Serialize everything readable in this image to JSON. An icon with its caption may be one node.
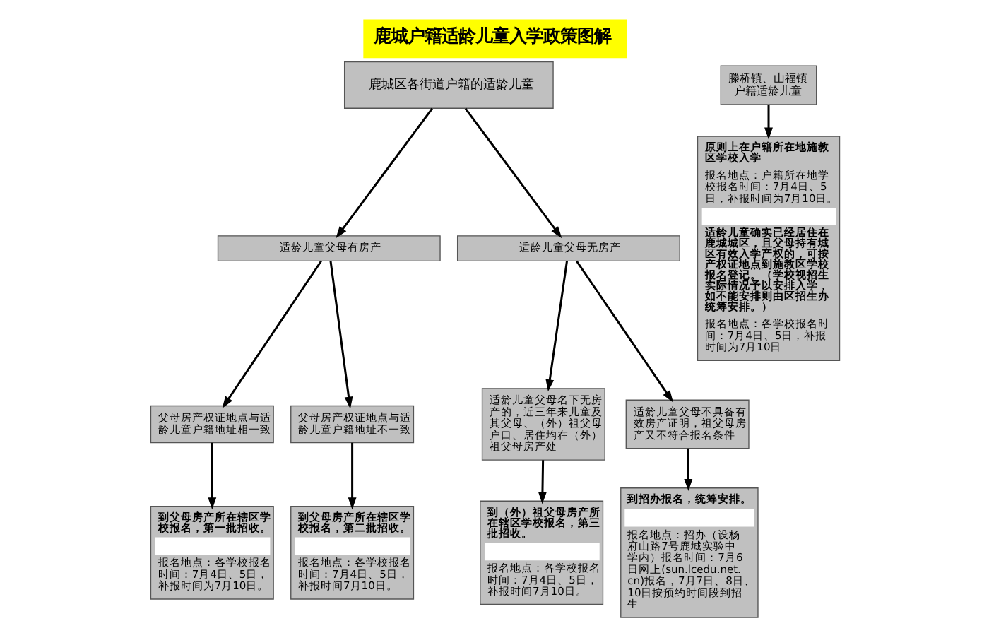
{
  "diagram": {
    "title": "鹿城户籍适龄儿童入学政策图解",
    "nodes": [
      {
        "text": [
          "鹿城区各街道户籍的适龄儿童"
        ]
      },
      {
        "text": [
          "适龄儿童父母有房产"
        ]
      },
      {
        "text": [
          "适龄儿童父母无房产"
        ]
      },
      {
        "text": [
          "父母房产权证地点与适龄儿童户籍地址相一致"
        ]
      },
      {
        "text": [
          "父母房产权证地点与适龄儿童户籍地址不一致"
        ]
      },
      {
        "text": [
          "适龄儿童父母名下无房产的，近三年来儿童及其父母、（外）祖父母户口、居住均在（外）祖父母房产处"
        ]
      },
      {
        "text": [
          "适龄儿童父母不具备有效房产证明，祖父母房产又不符合报名条件"
        ]
      },
      {
        "text": [
          "到父母房产所在辖区学校报名，第一批招收。",
          "报名地点：各学校报名时间：7月4日、5日，补报时间为7月10日。"
        ]
      },
      {
        "text": [
          "到父母房产所在辖区学校报名，第二批招收。",
          "报名地点：各学校报名时间：7月4日、5日，补报时间7月10日。"
        ]
      },
      {
        "text": [
          "到（外）祖父母房产所在辖区学校报名，第三批招收。",
          "报名地点：各学校报名时间：7月4日、5日，补报时间7月10日。"
        ]
      },
      {
        "text": [
          "到招办报名，统筹安排。",
          "报名地点：招办（设杨府山路7号鹿城实验中学内）报名时间：7月6日网上(sun.lcedu.net.cn)报名，7月7日、8日、10日按预约时间段到招生"
        ]
      },
      {
        "text": [
          "滕桥镇、山福镇户籍适龄儿童"
        ]
      },
      {
        "text": [
          "原则上在户籍所在地施教区学校入学",
          "报名地点：户籍所在地学校报名时间：7月4日、5日，补报时间为7月10日。",
          "适龄儿童确实已经居住在鹿城城区，且父母持有城区有效入学产权的，可按产权证地点到施教区学校报名登记。（学校视招生实际情况予以安排入学，如不能安排则由区招生办统筹安排。）",
          "报名地点：各学校报名时间：7月4日、5日，补报时间为7月10日"
        ]
      }
    ],
    "edges": [
      {
        "from": 0,
        "to": 1,
        "arrow": "to"
      },
      {
        "from": 0,
        "to": 2,
        "arrow": "to"
      },
      {
        "from": 1,
        "to": 3,
        "arrow": "to"
      },
      {
        "from": 1,
        "to": 4,
        "arrow": "to"
      },
      {
        "from": 2,
        "to": 5,
        "arrow": "to"
      },
      {
        "from": 2,
        "to": 6,
        "arrow": "to"
      },
      {
        "from": 3,
        "to": 7,
        "arrow": "to"
      },
      {
        "from": 4,
        "to": 8,
        "arrow": "to"
      },
      {
        "from": 5,
        "to": 9,
        "arrow": "to"
      },
      {
        "from": 6,
        "to": 10,
        "arrow": "to"
      },
      {
        "from": 11,
        "to": 12,
        "arrow": "to"
      }
    ]
  }
}
